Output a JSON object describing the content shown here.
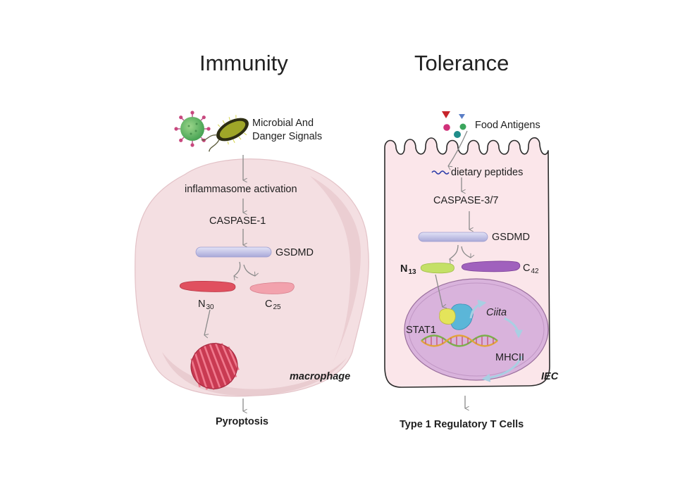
{
  "colors": {
    "macrophage_fill": "#f4dfe2",
    "iec_fill": "#fbe6ea",
    "nucleus_fill": "#d9b3dc",
    "gsdmd": "#c3c3e6",
    "n30": "#e0505f",
    "c25": "#f2a2ad",
    "n13": "#c4e067",
    "c42": "#a061bd",
    "pore": "#e4506a",
    "arrow": "#8a8a8a"
  },
  "immunity": {
    "title": "Immunity",
    "stimulus_label_line1": "Microbial And",
    "stimulus_label_line2": "Danger Signals",
    "step1": "inflammasome activation",
    "step2": "CASPASE-1",
    "gsdmd": "GSDMD",
    "n_fragment": "N",
    "n_fragment_sub": "30",
    "c_fragment": "C",
    "c_fragment_sub": "25",
    "cell_label": "macrophage",
    "outcome": "Pyroptosis",
    "stimulus_icons": [
      "virus-icon",
      "bacterium-icon"
    ]
  },
  "tolerance": {
    "title": "Tolerance",
    "stimulus_label": "Food Antigens",
    "peptides": "dietary peptides",
    "step1": "CASPASE-3/7",
    "gsdmd": "GSDMD",
    "n_fragment": "N",
    "n_fragment_sub": "13",
    "c_fragment": "C",
    "c_fragment_sub": "42",
    "stat": "STAT1",
    "gene": "Ciita",
    "mhc": "MHCII",
    "cell_label": "IEC",
    "outcome": "Type 1 Regulatory T Cells",
    "stimulus_icons": [
      "antigen-triangle-icon",
      "antigen-sphere-icon",
      "peptide-wave-icon",
      "dna-helix-icon"
    ]
  }
}
